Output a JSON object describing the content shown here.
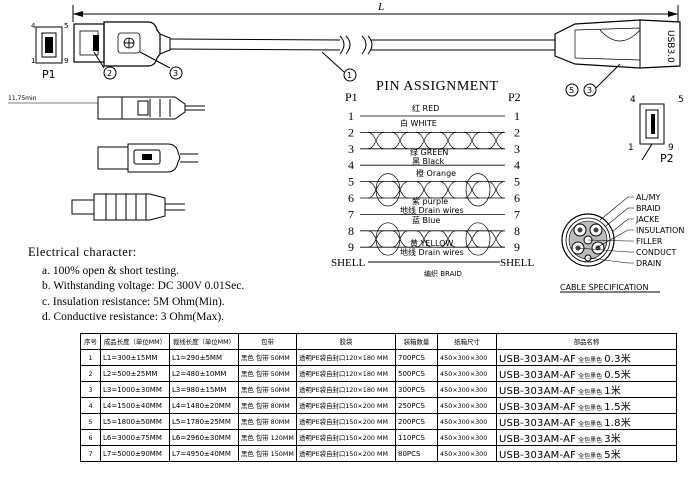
{
  "dimension": {
    "length": "L"
  },
  "callouts": {
    "c1": "1",
    "c2": "2",
    "c3": "3",
    "c5": "5"
  },
  "connector_a": {
    "label": "P1",
    "pin4": "4",
    "pin1": "1",
    "pin5": "5",
    "pin9": "9",
    "dim": "11.75min"
  },
  "connector_b": {
    "label": "P2",
    "body_text": "USB3.0",
    "pin4": "4",
    "pin5": "5",
    "pin1": "1",
    "pin9": "9"
  },
  "pin_assignment": {
    "title": "PIN ASSIGNMENT",
    "left_header": "P1",
    "right_header": "P2",
    "pins": [
      "1",
      "2",
      "3",
      "4",
      "5",
      "6",
      "7",
      "8",
      "9"
    ],
    "shell": "SHELL",
    "wires": [
      {
        "cn": "红",
        "en": "RED"
      },
      {
        "cn": "白",
        "en": "WHITE"
      },
      {
        "cn": "绿",
        "en": "GREEN"
      },
      {
        "cn": "黑",
        "en": "Black"
      },
      {
        "cn": "橙",
        "en": "Orange"
      },
      {
        "cn": "紫",
        "en": "purple"
      },
      {
        "cn": "地线",
        "en": "Drain wires"
      },
      {
        "cn": "蓝",
        "en": "Blue"
      },
      {
        "cn": "黄",
        "en": "YELLOW"
      },
      {
        "cn": "地线",
        "en": "Drain wires"
      }
    ],
    "braid": "编织 BRAID"
  },
  "cable_spec": {
    "title": "CABLE SPECIFICATION",
    "labels": [
      "AL/MY",
      "BRAID",
      "JACKE",
      "INSULATION",
      "FILLER",
      "CONDUCT",
      "DRAIN"
    ]
  },
  "electrical": {
    "title": "Electrical character:",
    "items": [
      "a. 100% open & short testing.",
      "b. Withstanding voltage: DC 300V 0.01Sec.",
      "c. Insulation resistance: 5M Ohm(Min).",
      "d. Conductive resistance: 3 Ohm(Max)."
    ]
  },
  "table": {
    "headers": [
      "序号",
      "成品长度（单位MM）",
      "裁线长度（单位MM）",
      "包带",
      "胶袋",
      "装箱数量",
      "纸箱尺寸",
      "部品名称"
    ],
    "rows": [
      {
        "no": "1",
        "len": "L1=300±15MM",
        "cut": "L1=290±5MM",
        "tape": "黑色 包带 50MM",
        "bag": "透明PE袋自封口120×180 MM",
        "qty": "700PCS",
        "box": "450×300×300",
        "part": "USB-303AM-AF",
        "colour": "全包黑色",
        "size": "0.3米"
      },
      {
        "no": "2",
        "len": "L2=500±25MM",
        "cut": "L2=480±10MM",
        "tape": "黑色 包带 50MM",
        "bag": "透明PE袋自封口120×180 MM",
        "qty": "500PCS",
        "box": "450×300×300",
        "part": "USB-303AM-AF",
        "colour": "全包黑色",
        "size": "0.5米"
      },
      {
        "no": "3",
        "len": "L3=1000±30MM",
        "cut": "L3=980±15MM",
        "tape": "黑色 包带 50MM",
        "bag": "透明PE袋自封口120×180 MM",
        "qty": "300PCS",
        "box": "450×300×300",
        "part": "USB-303AM-AF",
        "colour": "全包黑色",
        "size": "1米"
      },
      {
        "no": "4",
        "len": "L4=1500±40MM",
        "cut": "L4=1480±20MM",
        "tape": "黑色 包带 80MM",
        "bag": "透明PE袋自封口150×200 MM",
        "qty": "250PCS",
        "box": "450×300×300",
        "part": "USB-303AM-AF",
        "colour": "全包黑色",
        "size": "1.5米"
      },
      {
        "no": "5",
        "len": "L5=1800±50MM",
        "cut": "L5=1780±25MM",
        "tape": "黑色 包带 80MM",
        "bag": "透明PE袋自封口150×200 MM",
        "qty": "200PCS",
        "box": "450×300×300",
        "part": "USB-303AM-AF",
        "colour": "全包黑色",
        "size": "1.8米"
      },
      {
        "no": "6",
        "len": "L6=3000±75MM",
        "cut": "L6=2960±30MM",
        "tape": "黑色 包带 120MM",
        "bag": "透明PE袋自封口150×200 MM",
        "qty": "110PCS",
        "box": "450×300×300",
        "part": "USB-303AM-AF",
        "colour": "全包黑色",
        "size": "3米"
      },
      {
        "no": "7",
        "len": "L7=5000±90MM",
        "cut": "L7=4950±40MM",
        "tape": "黑色 包带 150MM",
        "bag": "透明PE袋自封口150×200 MM",
        "qty": "80PCS",
        "box": "450×300×300",
        "part": "USB-303AM-AF",
        "colour": "全包黑色",
        "size": "5米"
      }
    ]
  }
}
